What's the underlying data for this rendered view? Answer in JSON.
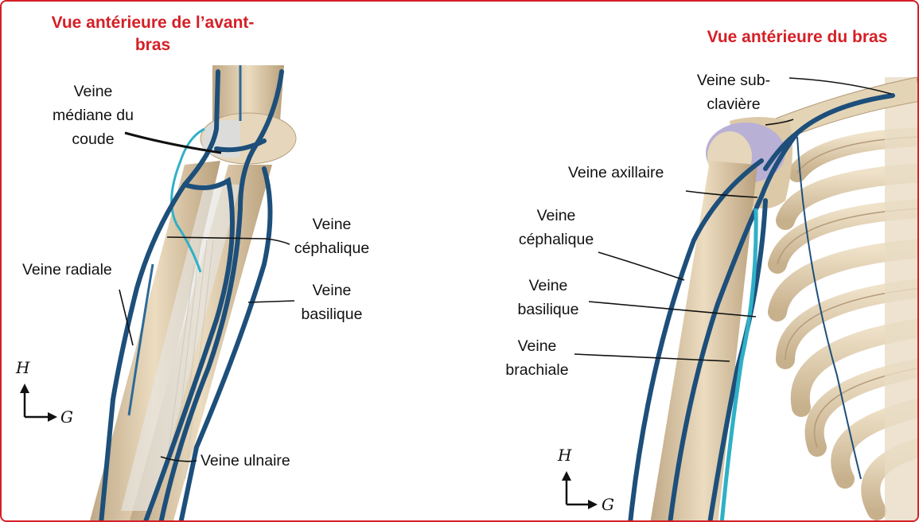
{
  "colors": {
    "border": "#d51f26",
    "title": "#d51f26",
    "vein_dark": "#1d4f7a",
    "vein_light": "#2fb0c6",
    "bone": "#d9c6a4"
  },
  "left_panel": {
    "title_line1": "Vue antérieure de l’avant-",
    "title_line2": "bras",
    "labels": {
      "mediane_1": "Veine",
      "mediane_2": "médiane du",
      "mediane_3": "coude",
      "cephalique_1": "Veine",
      "cephalique_2": "céphalique",
      "radiale": "Veine radiale",
      "basilique_1": "Veine",
      "basilique_2": "basilique",
      "ulnaire": "Veine ulnaire"
    },
    "orientation": {
      "up": "H",
      "right": "G"
    }
  },
  "right_panel": {
    "title": "Vue antérieure du bras",
    "labels": {
      "subclaviere_1": "Veine sub-",
      "subclaviere_2": "clavière",
      "axillaire": "Veine axillaire",
      "cephalique_1": "Veine",
      "cephalique_2": "céphalique",
      "basilique_1": "Veine",
      "basilique_2": "basilique",
      "brachiale_1": "Veine",
      "brachiale_2": "brachiale"
    },
    "orientation": {
      "up": "H",
      "right": "G"
    }
  }
}
